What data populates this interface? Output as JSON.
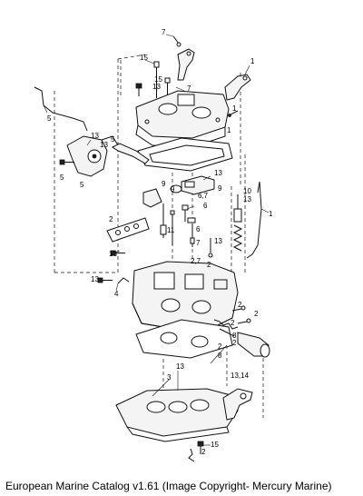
{
  "caption": "European Marine Catalog v1.61 (Image Copyright- Mercury Marine)",
  "callouts": {
    "c7_top": "7",
    "c15_top": "15",
    "c1_top": "1",
    "c15_b": "15",
    "c13_a": "13",
    "c7_mid": "7",
    "c1_mid": "1",
    "c5_left": "5",
    "c13_b": "13",
    "c5_mid": "5",
    "c13_c": "13",
    "c5_low": "5",
    "c5_low2": "5",
    "c1_right": "1",
    "c13_d": "13",
    "c9_a": "9",
    "c9_b": "9",
    "c9_c": "9",
    "c67": "6,7",
    "c10": "10",
    "c13_e": "13",
    "c1_far": "1",
    "c6": "6",
    "c2_a": "2",
    "c11": "11",
    "c6_b": "6",
    "c7_b": "7",
    "c13_f": "13",
    "c27": "2,7",
    "c2_b": "2",
    "c13_g": "13",
    "c13_h": "13",
    "c4": "4",
    "c2_c": "2",
    "c2_d": "2",
    "c2_e": "2",
    "c2_f": "2",
    "c8_a": "8",
    "c8_b": "8",
    "c2_g": "2",
    "c13_i": "13",
    "c3": "3",
    "c1314": "13,14",
    "c15_bot": "15",
    "c2_bot": "2"
  }
}
